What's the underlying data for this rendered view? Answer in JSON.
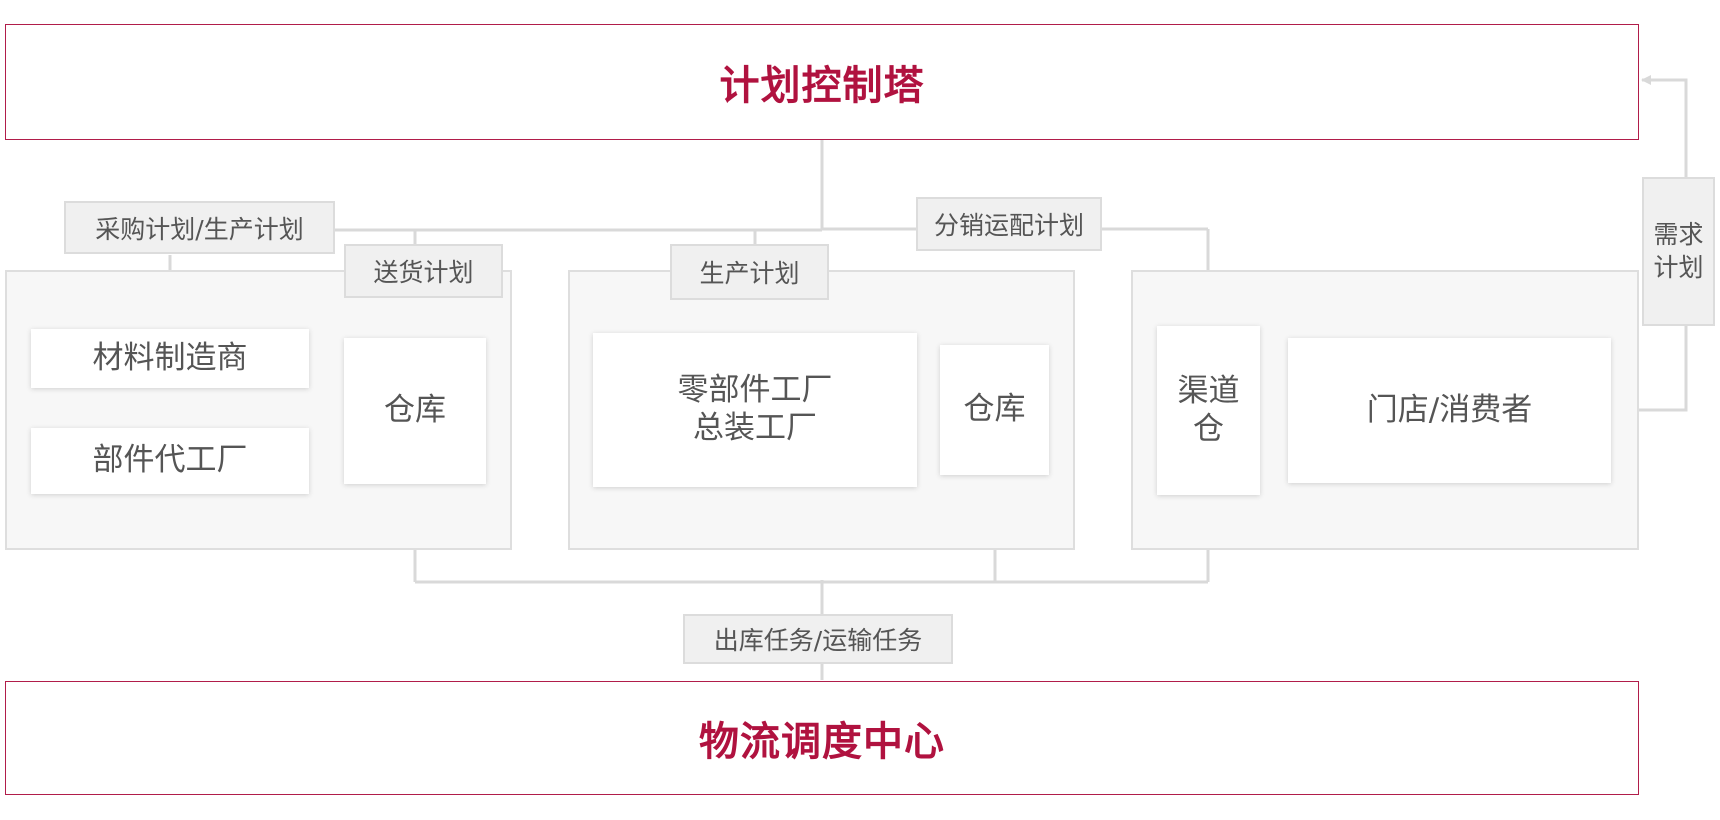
{
  "top": {
    "title": "计划控制塔"
  },
  "bottom": {
    "title": "物流调度中心"
  },
  "labels": {
    "purchase_plan": "采购计划/生产计划",
    "delivery_plan": "送货计划",
    "production_plan": "生产计划",
    "distribution_plan": "分销运配计划",
    "demand_plan": "需求\n计划",
    "outbound_task": "出库任务/运输任务"
  },
  "panels": {
    "supplier": {
      "material_maker": "材料制造商",
      "component_oem": "部件代工厂",
      "warehouse": "仓库"
    },
    "factory": {
      "factories": "零部件工厂\n总装工厂",
      "warehouse": "仓库"
    },
    "channel": {
      "channel_warehouse": "渠道\n仓",
      "store_consumer": "门店/消费者"
    }
  },
  "colors": {
    "accent": "#b0123f",
    "line": "#d9d9d9",
    "panel_bg": "#f7f7f7",
    "tag_bg": "#f0f0f0"
  }
}
